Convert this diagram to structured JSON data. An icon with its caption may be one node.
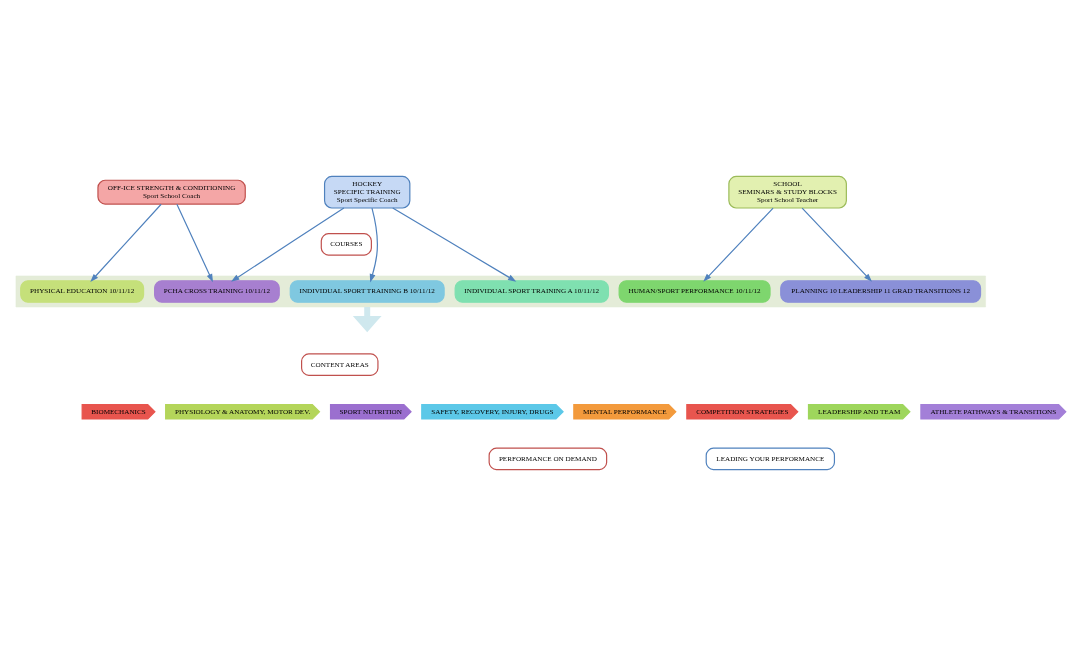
{
  "diagram": {
    "nodes": [
      {
        "text": [
          "OFF-ICE STRENGTH & CONDITIONING",
          "Sport School Coach"
        ]
      },
      {
        "text": [
          "HOCKEY",
          "SPECIFIC TRAINING",
          "Sport Specific Coach"
        ]
      },
      {
        "text": [
          "SCHOOL",
          "SEMINARS & STUDY BLOCKS",
          "Sport School Teacher"
        ]
      },
      {
        "text": [
          "COURSES"
        ]
      },
      {
        "text": [],
        "shape": "arrow"
      },
      {
        "text": [
          "PHYSICAL EDUCATION 10/11/12"
        ],
        "in": 4
      },
      {
        "text": [
          "PCHA CROSS TRAINING 10/11/12"
        ],
        "in": 4
      },
      {
        "text": [
          "INDIVIDUAL SPORT TRAINING A 10/11/12"
        ],
        "in": 4
      },
      {
        "text": [
          "INDIVIDUAL SPORT TRAINING B 10/11/12"
        ],
        "in": 4
      },
      {
        "text": [
          "HUMAN/SPORT PERFORMANCE 10/11/12"
        ],
        "in": 4
      },
      {
        "text": [
          "PLANNING 10 LEADERSHIP 11 GRAD TRANSITIONS 12"
        ],
        "in": 4
      },
      {
        "text": [
          "CONTENT AREAS"
        ]
      },
      {
        "text": [
          "BIOMECHANICS"
        ]
      },
      {
        "text": [
          "PHYSIOLOGY & ANATOMY, MOTOR DEV."
        ]
      },
      {
        "text": [
          "SPORT NUTRITION"
        ]
      },
      {
        "text": [
          "SAFETY, RECOVERY, INJURY, DRUGS"
        ]
      },
      {
        "text": [
          "MENTAL PERFORMANCE"
        ]
      },
      {
        "text": [
          "COMPETITION STRATEGIES"
        ]
      },
      {
        "text": [
          "LEADERSHIP AND TEAM"
        ]
      },
      {
        "text": [
          "ATHLETE PATHWAYS & TRANSITIONS"
        ]
      },
      {
        "text": [
          "PERFORMANCE ON DEMAND"
        ]
      },
      {
        "text": [
          "LEADING YOUR PERFORMANCE"
        ]
      }
    ],
    "edges": [
      {
        "from": 0,
        "to": 5,
        "arrow": "to"
      },
      {
        "from": 0,
        "to": 6,
        "arrow": "to"
      },
      {
        "from": 1,
        "to": 6,
        "arrow": "to"
      },
      {
        "from": 1,
        "to": 7,
        "arrow": "to"
      },
      {
        "from": 1,
        "to": 8,
        "arrow": "to"
      },
      {
        "from": 2,
        "to": 9,
        "arrow": "to"
      },
      {
        "from": 2,
        "to": 10,
        "arrow": "to"
      },
      {
        "from": 4,
        "to": null,
        "arrow": "to",
        "style": "thick",
        "color": "#cfe8ee"
      }
    ]
  }
}
